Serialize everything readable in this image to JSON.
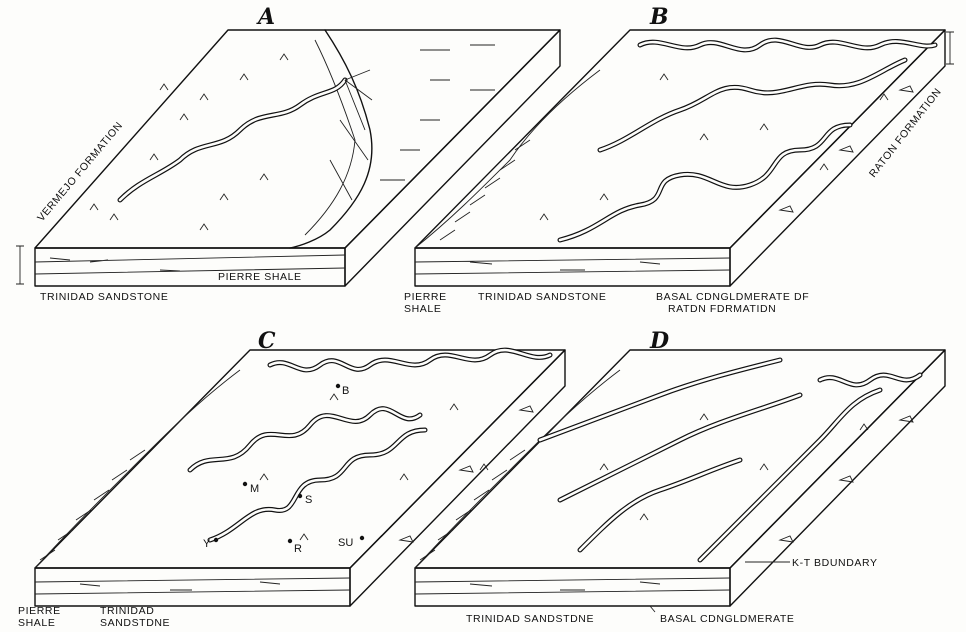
{
  "panels": {
    "A": {
      "letter": "A",
      "labels": {
        "vermejo": "VERMEJO FORMATION",
        "pierre": "PIERRE SHALE",
        "trinidad": "TRINIDAD SANDSTONE"
      }
    },
    "B": {
      "letter": "B",
      "labels": {
        "raton": "RATON FORMATION",
        "pierre_1": "PIERRE",
        "pierre_2": "SHALE",
        "trinidad": "TRINIDAD SANDSTONE",
        "basal_1": "BASAL CDNGLDMERATE DF",
        "basal_2": "RATDN FDRMATIDN"
      }
    },
    "C": {
      "letter": "C",
      "labels": {
        "pierre_1": "PIERRE",
        "pierre_2": "SHALE",
        "trinidad_1": "TRINIDAD",
        "trinidad_2": "SANDSTDNE"
      },
      "sites": {
        "b": "B",
        "m": "M",
        "s": "S",
        "y": "Y",
        "r": "R",
        "su": "SU"
      }
    },
    "D": {
      "letter": "D",
      "labels": {
        "kt": "K-T BDUNDARY",
        "trinidad": "TRINIDAD SANDSTDNE",
        "basal": "BASAL CDNGLDMERATE"
      }
    }
  }
}
